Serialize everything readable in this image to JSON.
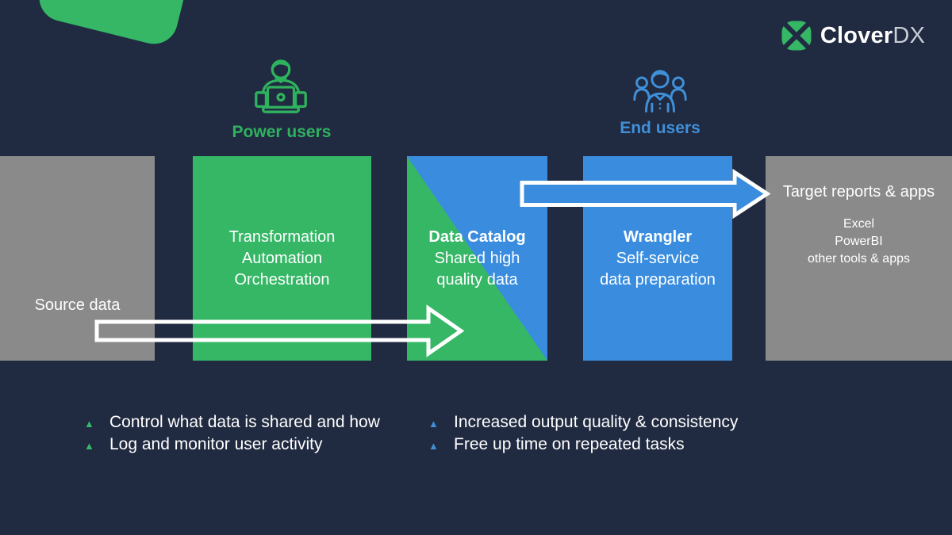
{
  "brand": {
    "primary": "Clover",
    "secondary": "DX"
  },
  "personas": {
    "power": {
      "label": "Power users",
      "icon": "person-at-laptop-icon"
    },
    "end": {
      "label": "End users",
      "icon": "user-group-icon"
    }
  },
  "boxes": {
    "source": {
      "title": "Source data"
    },
    "transformation": {
      "line1": "Transformation",
      "line2": "Automation",
      "line3": "Orchestration"
    },
    "catalog": {
      "title": "Data Catalog",
      "line1": "Shared high",
      "line2": "quality data"
    },
    "wrangler": {
      "title": "Wrangler",
      "line1": "Self-service",
      "line2": "data preparation"
    },
    "target": {
      "title": "Target reports & apps",
      "line1": "Excel",
      "line2": "PowerBI",
      "line3": "other tools & apps"
    }
  },
  "benefits": {
    "power": [
      "Control what data is shared and how",
      "Log and monitor user activity"
    ],
    "end": [
      "Increased output quality & consistency",
      "Free up time on repeated tasks"
    ]
  },
  "icons": {
    "bullet": "▲"
  },
  "colors": {
    "background": "#202a40",
    "green": "#35b766",
    "blue": "#3a8dde",
    "gray": "#8a8a8a",
    "text": "#ffffff",
    "logo_dx": "#c9cfd9"
  }
}
